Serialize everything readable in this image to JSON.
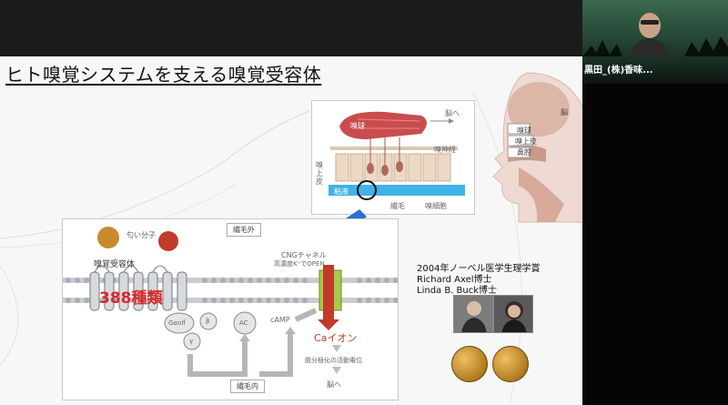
{
  "slide": {
    "title": "ヒト嗅覚システムを支える嗅覚受容体"
  },
  "participant": {
    "name": "黒田_(株)香味..."
  },
  "upper_figure": {
    "labels": {
      "olfactory_bulb": "嗅球",
      "to_brain": "脳へ",
      "olfactory_nerve": "嗅神経",
      "olfactory_epithelium": "嗅上皮",
      "mucus": "粘液",
      "cilia": "繊毛",
      "support_cells": "嗅細胞",
      "head_bulb": "嗅球",
      "head_brain": "脳",
      "head_epithelium": "嗅上皮",
      "head_nasal": "鼻腔"
    }
  },
  "lower_figure": {
    "odorant": "匂い分子",
    "cilia_outside": "繊毛外",
    "cilia_inside": "繊毛内",
    "receptor": "嗅覚受容体",
    "receptor_count": "388種類",
    "cng_channel": "CNGチャネル",
    "cng_note": "高濃度K⁺でOPEN",
    "galpha": "Gαolf",
    "beta": "β",
    "gamma": "γ",
    "ac": "AC",
    "camp": "cAMP",
    "ca_ion": "Caイオン",
    "depolarization": "脱分極化の活動電位",
    "to_brain": "脳へ"
  },
  "nobel": {
    "line1": "2004年ノーベル医学生理学賞",
    "line2": "Richard Axel博士",
    "line3": "Linda B. Buck博士"
  },
  "colors": {
    "slide_bg": "#f7f7f7",
    "accent_red": "#d42a2a",
    "mucus_blue": "#3fb3e8",
    "bulb_red": "#c94d4d",
    "membrane": "#9aa0a6",
    "arrow_blue": "#2d6fd3"
  }
}
